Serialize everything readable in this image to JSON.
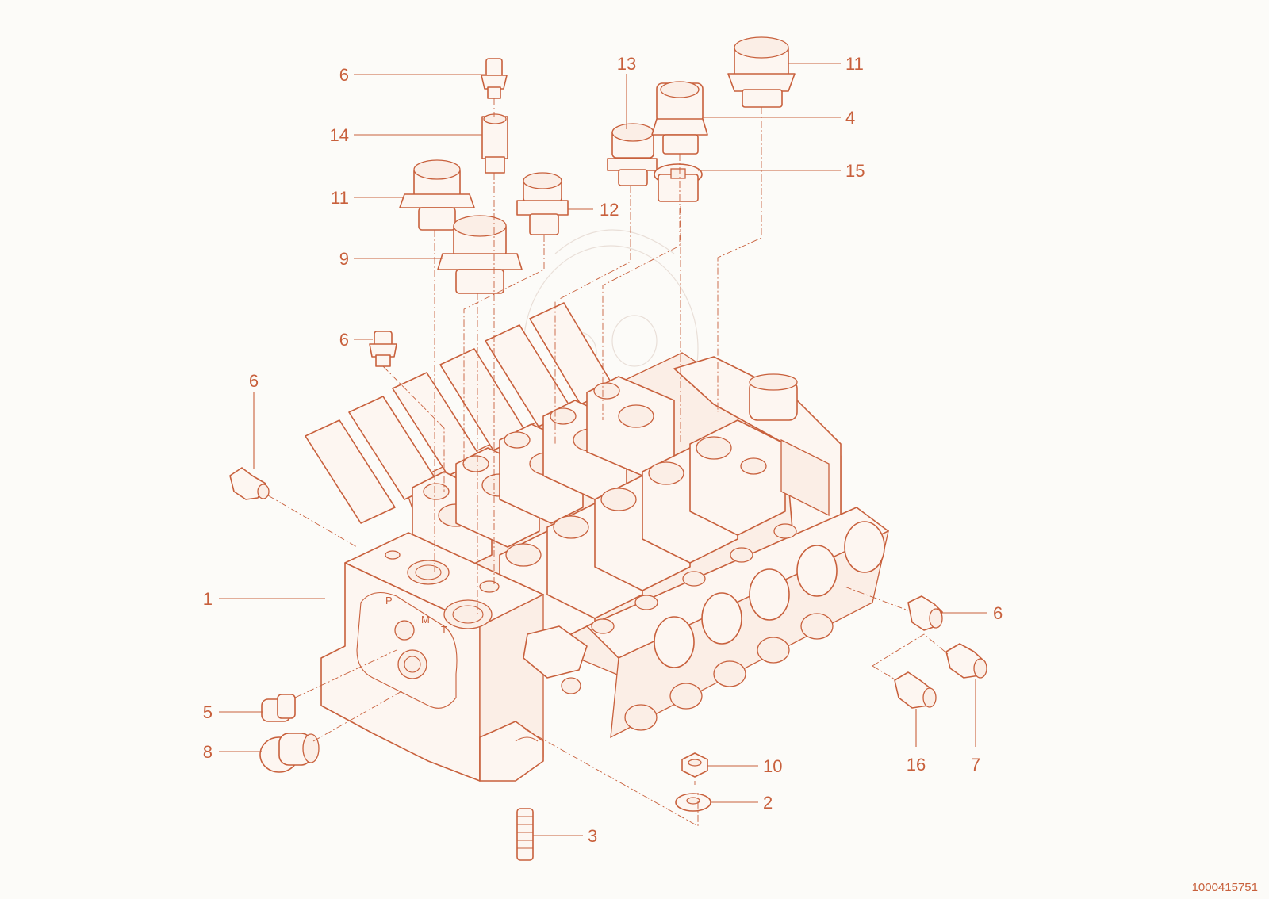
{
  "diagram": {
    "document_number": "1000415751",
    "callouts": [
      {
        "id": "c-6a",
        "text": "6"
      },
      {
        "id": "c-14",
        "text": "14"
      },
      {
        "id": "c-11a",
        "text": "11"
      },
      {
        "id": "c-9",
        "text": "9"
      },
      {
        "id": "c-6b",
        "text": "6"
      },
      {
        "id": "c-6c",
        "text": "6"
      },
      {
        "id": "c-1",
        "text": "1"
      },
      {
        "id": "c-5",
        "text": "5"
      },
      {
        "id": "c-8",
        "text": "8"
      },
      {
        "id": "c-3",
        "text": "3"
      },
      {
        "id": "c-12",
        "text": "12"
      },
      {
        "id": "c-13",
        "text": "13"
      },
      {
        "id": "c-11b",
        "text": "11"
      },
      {
        "id": "c-4",
        "text": "4"
      },
      {
        "id": "c-15",
        "text": "15"
      },
      {
        "id": "c-6d",
        "text": "6"
      },
      {
        "id": "c-7",
        "text": "7"
      },
      {
        "id": "c-16",
        "text": "16"
      },
      {
        "id": "c-10",
        "text": "10"
      },
      {
        "id": "c-2",
        "text": "2"
      }
    ],
    "port_marks": [
      "P",
      "M",
      "T"
    ],
    "colors": {
      "line": "#c8603c",
      "background": "#fcfbf8",
      "watermark": "#e9dfd8"
    }
  }
}
